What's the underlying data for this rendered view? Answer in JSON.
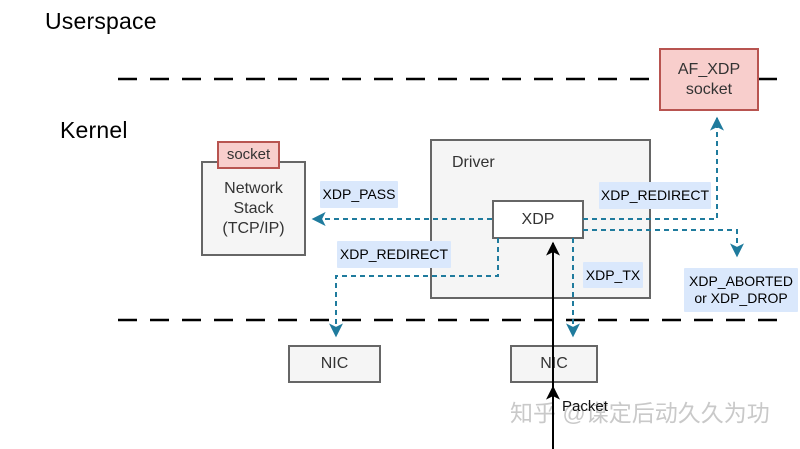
{
  "layers": {
    "userspace_label": "Userspace",
    "kernel_label": "Kernel"
  },
  "boxes": {
    "af_xdp_socket": {
      "line1": "AF_XDP",
      "line2": "socket"
    },
    "socket_badge": {
      "label": "socket"
    },
    "network_stack": {
      "line1": "Network",
      "line2": "Stack",
      "line3": "(TCP/IP)"
    },
    "driver": {
      "label": "Driver"
    },
    "xdp": {
      "label": "XDP"
    },
    "nic_left": {
      "label": "NIC"
    },
    "nic_right": {
      "label": "NIC"
    }
  },
  "action_labels": {
    "xdp_pass": "XDP_PASS",
    "xdp_redirect_left": "XDP_REDIRECT",
    "xdp_redirect_right": "XDP_REDIRECT",
    "xdp_tx": "XDP_TX",
    "xdp_aborted": {
      "line1": "XDP_ABORTED",
      "line2": "or XDP_DROP"
    }
  },
  "flow": {
    "packet_label": "Packet"
  },
  "watermark": "知乎 @谋定后动久久为功",
  "colors": {
    "pink_fill": "#f8cecc",
    "pink_border": "#b85450",
    "gray_fill": "#f5f5f5",
    "gray_border": "#666666",
    "action_label_bg": "#dae8fc",
    "arrow_teal": "#1f7b9d",
    "arrow_black": "#000000",
    "divider_black": "#000000"
  }
}
